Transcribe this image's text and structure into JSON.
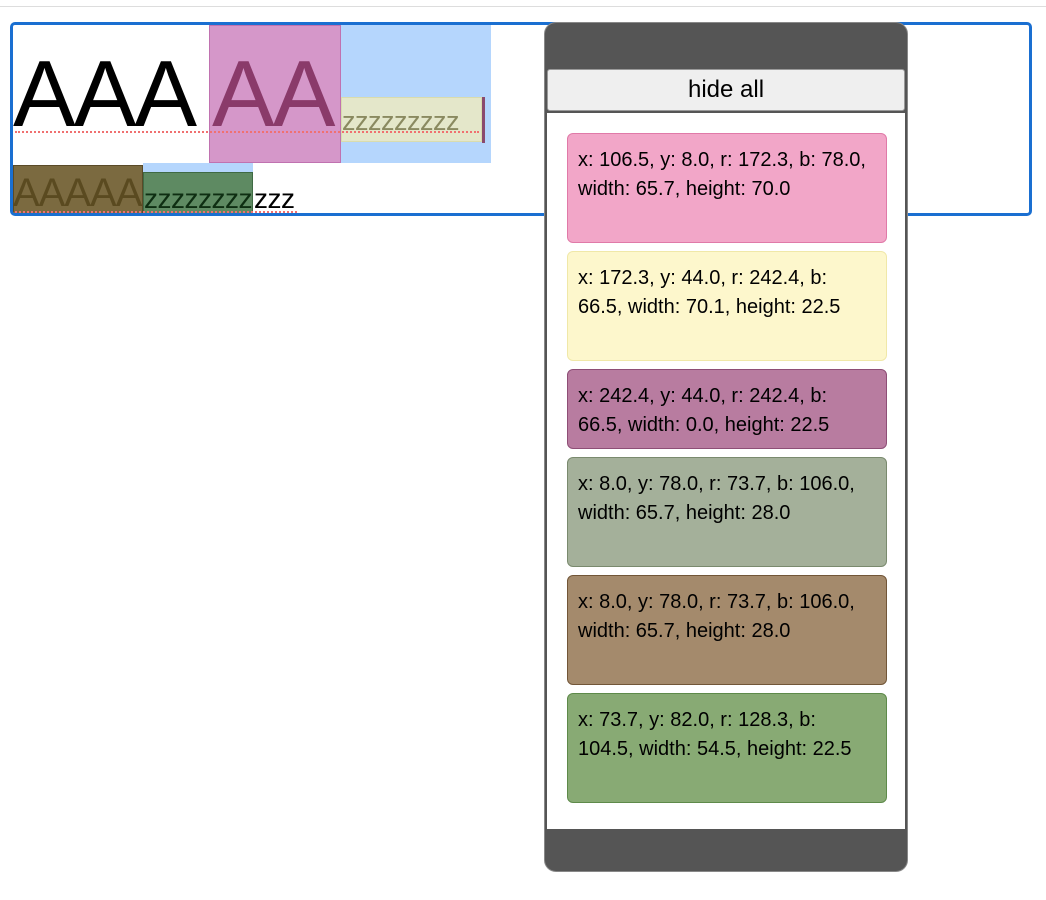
{
  "editor": {
    "line1": {
      "text_a": "AAA",
      "text_b": "AA",
      "text_z": "zzzzzzzzz"
    },
    "line2": {
      "text_a": "AAAAA",
      "text_z1": "zzzzzzzz",
      "text_z2": "zzz"
    }
  },
  "panel": {
    "hide_all_label": "hide all",
    "cards": [
      {
        "text": "x: 106.5, y: 8.0, r: 172.3, b: 78.0, width: 65.7, height: 70.0"
      },
      {
        "text": "x: 172.3, y: 44.0, r: 242.4, b: 66.5, width: 70.1, height: 22.5"
      },
      {
        "text": "x: 242.4, y: 44.0, r: 242.4, b: 66.5, width: 0.0, height: 22.5"
      },
      {
        "text": "x: 8.0, y: 78.0, r: 73.7, b: 106.0, width: 65.7, height: 28.0"
      },
      {
        "text": "x: 8.0, y: 78.0, r: 73.7, b: 106.0, width: 65.7, height: 28.0"
      },
      {
        "text": "x: 73.7, y: 82.0, r: 128.3, b: 104.5, width: 54.5, height: 22.5"
      }
    ]
  },
  "colors": {
    "editor_border": "#1a6fd1",
    "card_pink": "#f2a6c8",
    "card_yellow": "#fdf7cc",
    "card_mauve": "#b87ca0",
    "card_sage": "#a4b09a",
    "card_brown": "#a48a6c",
    "card_green": "#88aa74"
  }
}
